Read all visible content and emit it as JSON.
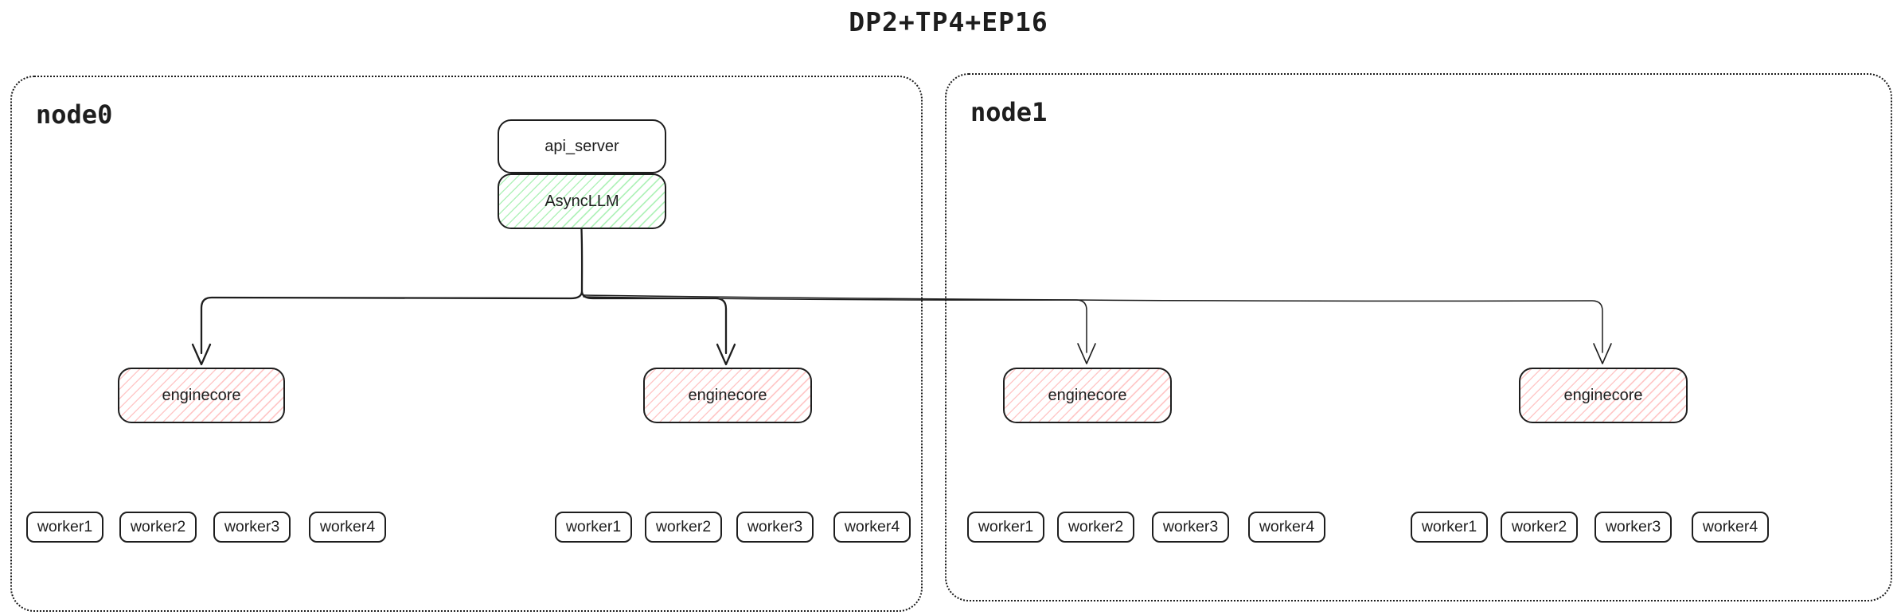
{
  "title": "DP2+TP4+EP16",
  "colors": {
    "ink": "#1e1e1e",
    "async_llm_hatch": "#b2f2bb",
    "enginecore_hatch": "#ffc9c9",
    "background": "#ffffff"
  },
  "containers": [
    {
      "label": "node0"
    },
    {
      "label": "node1"
    }
  ],
  "api_server": {
    "label": "api_server"
  },
  "async_llm": {
    "label": "AsyncLLM"
  },
  "enginecores": [
    {
      "label": "enginecore"
    },
    {
      "label": "enginecore"
    },
    {
      "label": "enginecore"
    },
    {
      "label": "enginecore"
    }
  ],
  "worker_groups": [
    {
      "workers": [
        "worker1",
        "worker2",
        "worker3",
        "worker4"
      ]
    },
    {
      "workers": [
        "worker1",
        "worker2",
        "worker3",
        "worker4"
      ]
    },
    {
      "workers": [
        "worker1",
        "worker2",
        "worker3",
        "worker4"
      ]
    },
    {
      "workers": [
        "worker1",
        "worker2",
        "worker3",
        "worker4"
      ]
    }
  ]
}
